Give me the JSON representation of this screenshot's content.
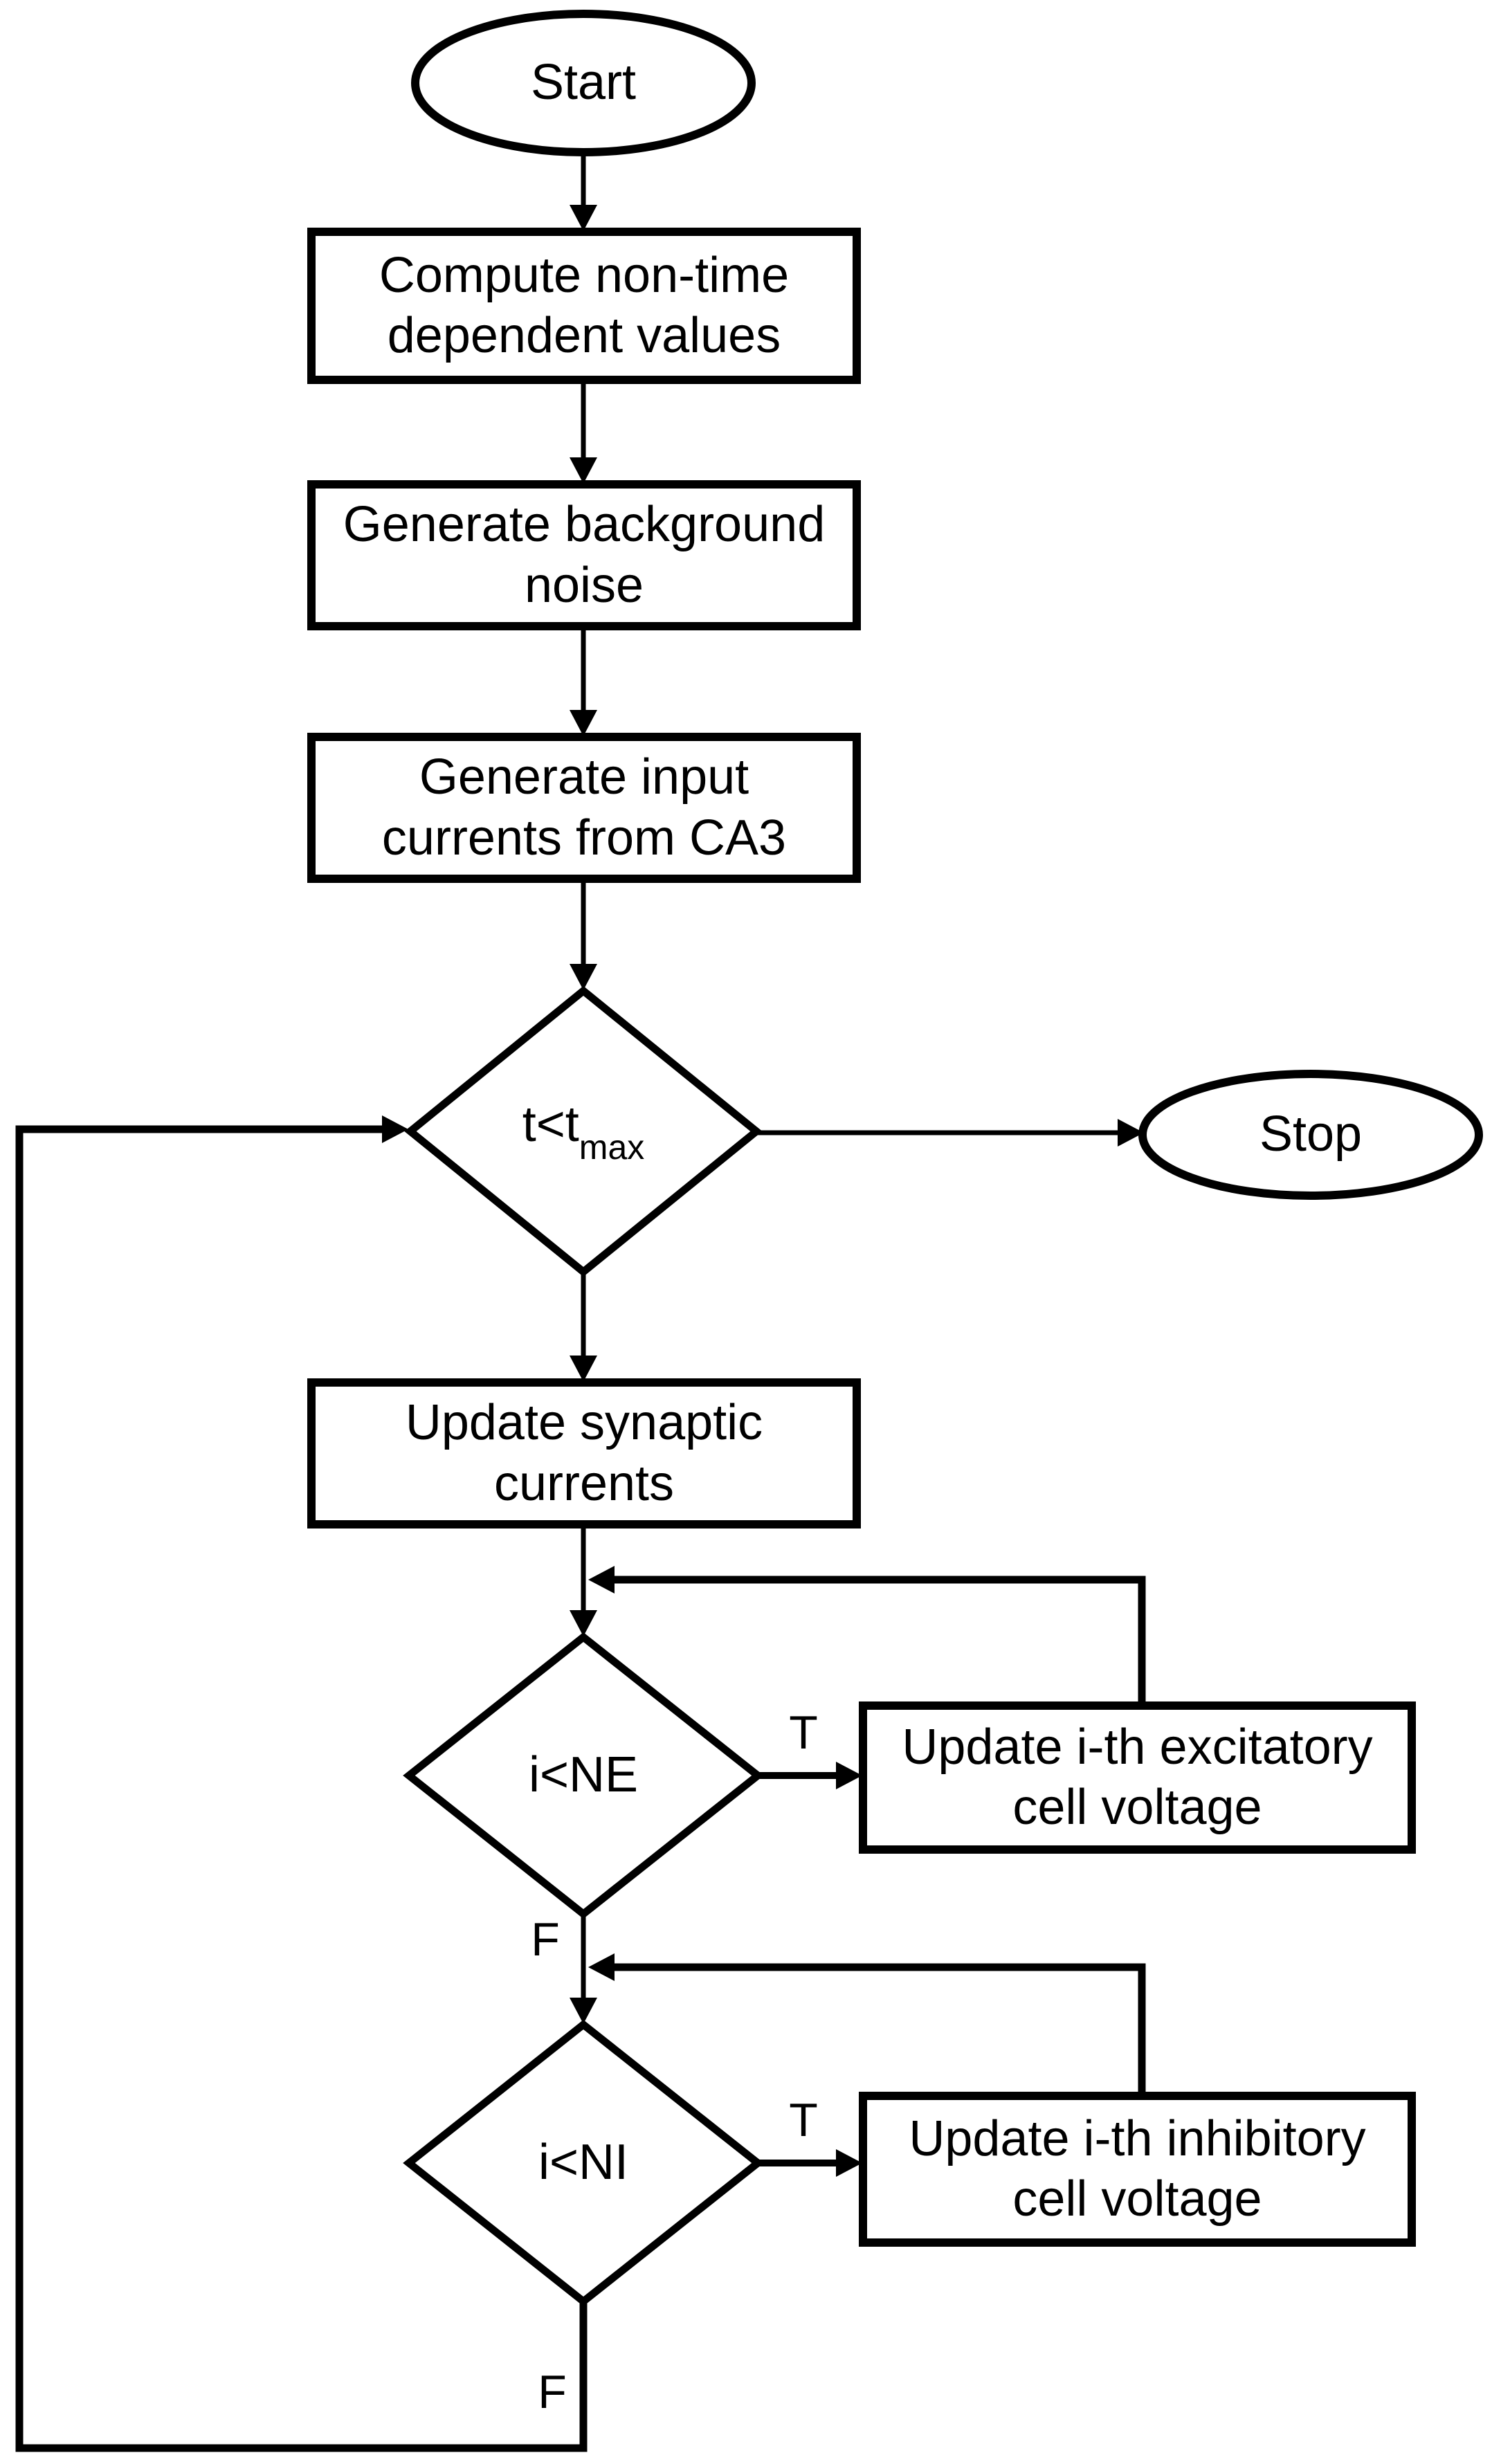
{
  "diagram": {
    "nodes": {
      "start": {
        "label": "Start"
      },
      "compute": {
        "lines": [
          "Compute non-time",
          "dependent values"
        ]
      },
      "noise": {
        "lines": [
          "Generate background",
          "noise"
        ]
      },
      "input_ca3": {
        "lines": [
          "Generate input",
          "currents from CA3"
        ]
      },
      "time_check": {
        "label_main": "t<t",
        "label_sub": "max"
      },
      "stop": {
        "label": "Stop"
      },
      "synaptic": {
        "lines": [
          "Update synaptic",
          "currents"
        ]
      },
      "ne_check": {
        "label": "i<NE"
      },
      "excitatory": {
        "lines": [
          "Update i-th excitatory",
          "cell voltage"
        ]
      },
      "ni_check": {
        "label": "i<NI"
      },
      "inhibitory": {
        "lines": [
          "Update i-th inhibitory",
          "cell voltage"
        ]
      }
    },
    "edge_labels": {
      "ne_true": "T",
      "ne_false": "F",
      "ni_true": "T",
      "ni_false": "F"
    },
    "colors": {
      "line": "#000000",
      "text": "#000000",
      "background": "#ffffff"
    }
  }
}
